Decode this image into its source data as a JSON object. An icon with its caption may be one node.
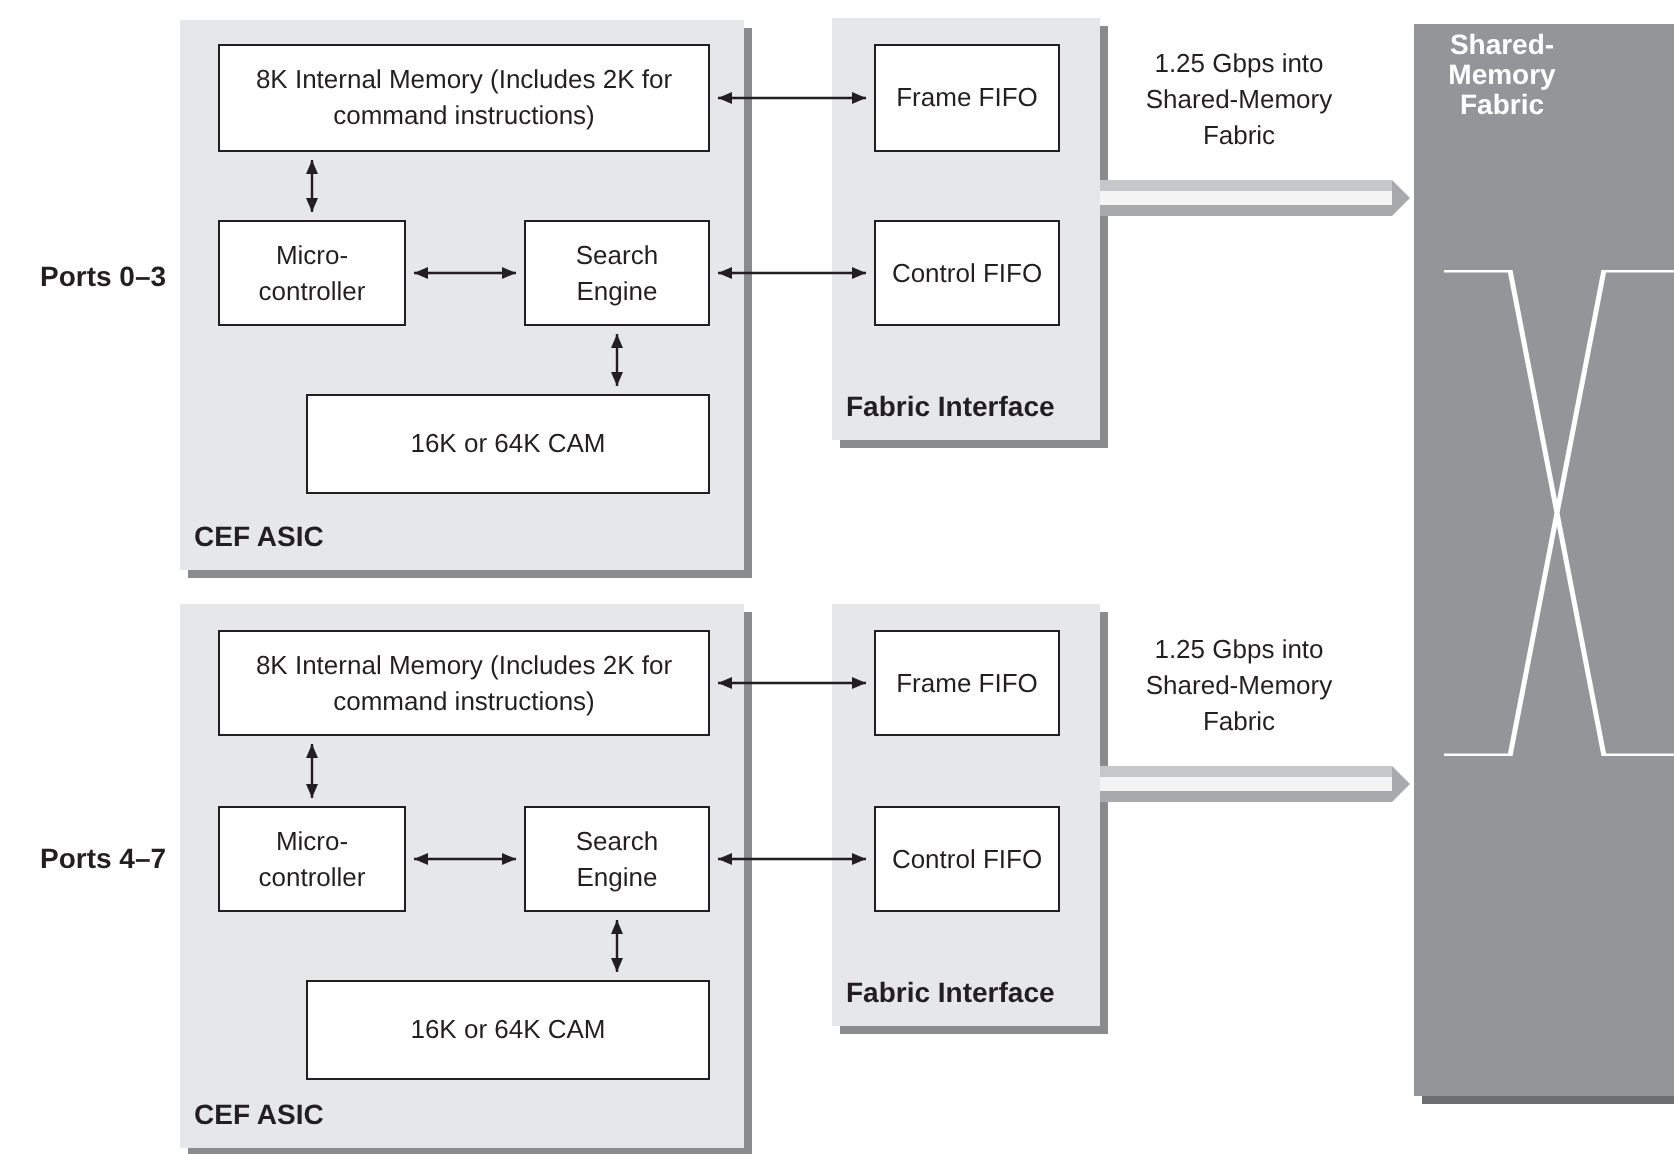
{
  "diagram": {
    "nodes": [
      {
        "text": [
          "CEF ASIC"
        ]
      },
      {
        "text": [
          "8K Internal Memory (Includes 2K for command instructions)"
        ],
        "in": 0
      },
      {
        "text": [
          "Micro- controller"
        ],
        "in": 0
      },
      {
        "text": [
          "Search Engine"
        ],
        "in": 0
      },
      {
        "text": [
          "16K or 64K CAM"
        ],
        "in": 0
      },
      {
        "text": [
          "Fabric Interface"
        ]
      },
      {
        "text": [
          "Frame FIFO"
        ],
        "in": 5
      },
      {
        "text": [
          "Control FIFO"
        ],
        "in": 5
      },
      {
        "text": [
          "CEF ASIC"
        ]
      },
      {
        "text": [
          "8K Internal Memory (Includes 2K for command instructions)"
        ],
        "in": 8
      },
      {
        "text": [
          "Micro- controller"
        ],
        "in": 8
      },
      {
        "text": [
          "Search Engine"
        ],
        "in": 8
      },
      {
        "text": [
          "16K or 64K CAM"
        ],
        "in": 8
      },
      {
        "text": [
          "Fabric Interface"
        ]
      },
      {
        "text": [
          "Frame FIFO"
        ],
        "in": 13
      },
      {
        "text": [
          "Control FIFO"
        ],
        "in": 13
      },
      {
        "text": [
          "Shared- Memory Fabric"
        ]
      }
    ],
    "edges": [
      {
        "from": 1,
        "to": 6,
        "arrow": "both"
      },
      {
        "from": 1,
        "to": 2,
        "arrow": "both"
      },
      {
        "from": 2,
        "to": 3,
        "arrow": "both"
      },
      {
        "from": 3,
        "to": 7,
        "arrow": "both"
      },
      {
        "from": 3,
        "to": 4,
        "arrow": "both"
      },
      {
        "from": 5,
        "to": 16,
        "arrow": "to",
        "label": "1.25 Gbps into Shared-Memory Fabric",
        "style": "thick",
        "color": "#c6c7c9"
      },
      {
        "from": 9,
        "to": 14,
        "arrow": "both"
      },
      {
        "from": 9,
        "to": 10,
        "arrow": "both"
      },
      {
        "from": 10,
        "to": 11,
        "arrow": "both"
      },
      {
        "from": 11,
        "to": 15,
        "arrow": "both"
      },
      {
        "from": 11,
        "to": 12,
        "arrow": "both"
      },
      {
        "from": 13,
        "to": 16,
        "arrow": "to",
        "label": "1.25 Gbps into Shared-Memory Fabric",
        "style": "thick",
        "color": "#c6c7c9"
      }
    ],
    "labels": [
      "Ports 0–3",
      "Ports 4–7"
    ]
  }
}
